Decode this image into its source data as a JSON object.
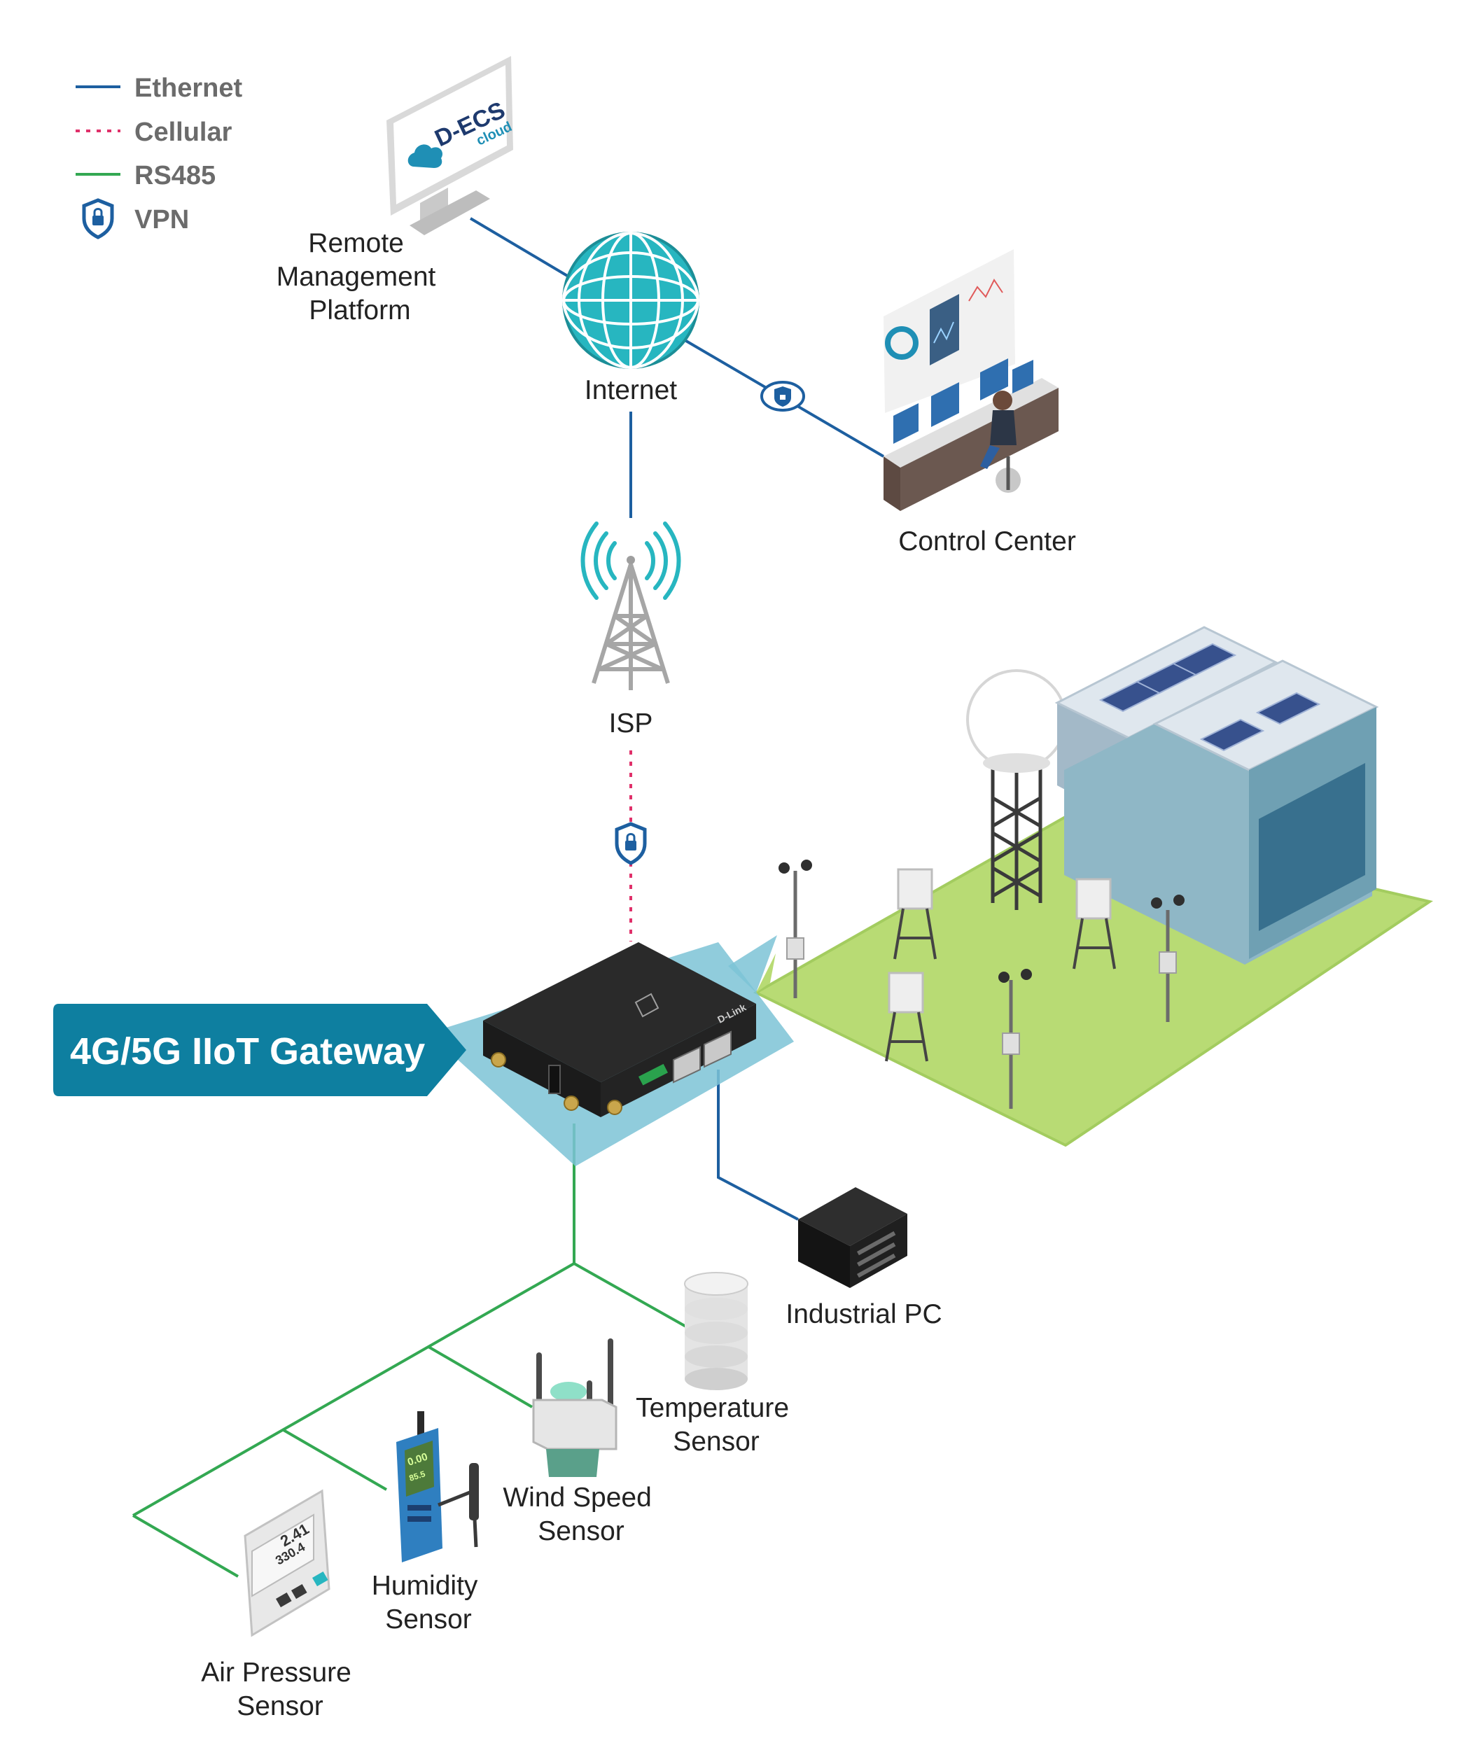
{
  "legend": {
    "items": [
      {
        "label": "Ethernet",
        "style": "solid",
        "color": "#1d5fa0"
      },
      {
        "label": "Cellular",
        "style": "dotted",
        "color": "#e0306a"
      },
      {
        "label": "RS485",
        "style": "solid",
        "color": "#33a852"
      },
      {
        "label": "VPN",
        "icon": "shield-lock-icon",
        "color": "#1d5fa0"
      }
    ]
  },
  "nodes": {
    "remote_platform": {
      "label_lines": [
        "Remote",
        "Management",
        "Platform"
      ],
      "screen_brand": "D-ECS",
      "screen_sub": "cloud",
      "icon": "monitor-icon"
    },
    "internet": {
      "label": "Internet",
      "icon": "globe-icon"
    },
    "control_center": {
      "label": "Control Center",
      "icon": "operator-desk-icon"
    },
    "isp": {
      "label": "ISP",
      "icon": "cell-tower-icon"
    },
    "gateway": {
      "label": "4G/5G IIoT Gateway",
      "device_brand": "D-Link",
      "icon": "router-icon"
    },
    "industrial_pc": {
      "label": "Industrial PC",
      "icon": "industrial-pc-icon"
    },
    "temperature_sensor": {
      "label_lines": [
        "Temperature",
        "Sensor"
      ],
      "icon": "temperature-sensor-icon"
    },
    "wind_speed_sensor": {
      "label_lines": [
        "Wind Speed",
        "Sensor"
      ],
      "icon": "wind-sensor-icon"
    },
    "humidity_sensor": {
      "label_lines": [
        "Humidity",
        "Sensor"
      ],
      "screen_line1": "0.00",
      "screen_line2": "85.5",
      "icon": "humidity-meter-icon"
    },
    "air_pressure_sensor": {
      "label_lines": [
        "Air Pressure",
        "Sensor"
      ],
      "screen_line1": "2.41",
      "screen_line2": "330.4",
      "icon": "pressure-gauge-icon"
    },
    "weather_station": {
      "icon": "weather-station-icon"
    }
  },
  "colors": {
    "ethernet": "#1d5fa0",
    "cellular": "#e0306a",
    "rs485": "#33a852",
    "banner": "#0e7fa0",
    "globe": "#27b6c0",
    "lawn": "#b8db74"
  }
}
